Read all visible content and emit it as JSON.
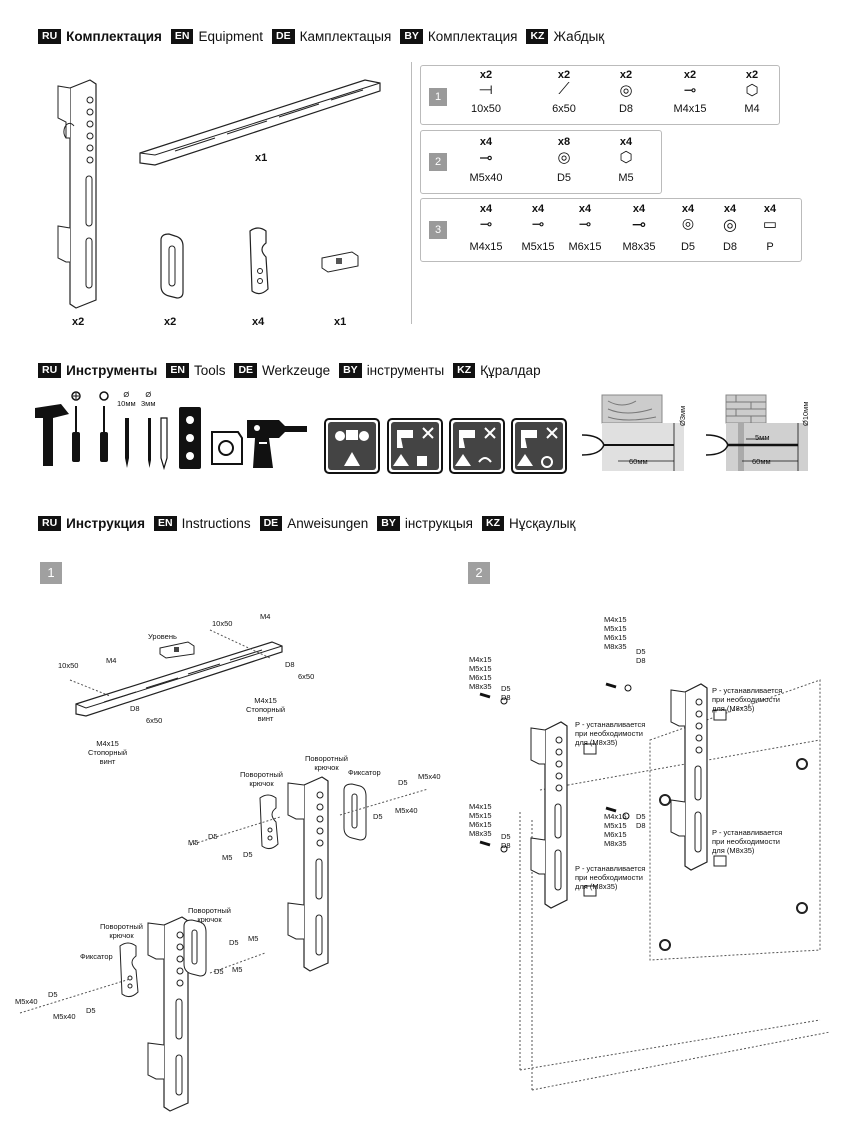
{
  "sections": {
    "equipment": {
      "ru": "RU",
      "ru_label": "Комплектация",
      "en": "EN",
      "en_label": "Equipment",
      "de": "DE",
      "de_label": "Камплектацыя",
      "by": "BY",
      "by_label": "Комплектация",
      "kz": "KZ",
      "kz_label": "Жабдық"
    },
    "tools": {
      "ru": "RU",
      "ru_label": "Инструменты",
      "en": "EN",
      "en_label": "Tools",
      "de": "DE",
      "de_label": "Werkzeuge",
      "by": "BY",
      "by_label": "інструменты",
      "kz": "KZ",
      "kz_label": "Құралдар"
    },
    "instructions": {
      "ru": "RU",
      "ru_label": "Инструкция",
      "en": "EN",
      "en_label": "Instructions",
      "de": "DE",
      "de_label": "Anweisungen",
      "by": "BY",
      "by_label": "інструкцыя",
      "kz": "KZ",
      "kz_label": "Нұсқаулық"
    }
  },
  "parts": {
    "rail_qty": "x1",
    "vertical_qty": "x2",
    "fixer_qty": "x2",
    "hook_qty": "x4",
    "level_qty": "x1"
  },
  "bags": {
    "bag1": {
      "number": "1",
      "items": [
        {
          "qty": "x2",
          "name": "10x50"
        },
        {
          "qty": "x2",
          "name": "6x50"
        },
        {
          "qty": "x2",
          "name": "D8"
        },
        {
          "qty": "x2",
          "name": "M4x15"
        },
        {
          "qty": "x2",
          "name": "M4"
        }
      ]
    },
    "bag2": {
      "number": "2",
      "items": [
        {
          "qty": "x4",
          "name": "M5x40"
        },
        {
          "qty": "x8",
          "name": "D5"
        },
        {
          "qty": "x4",
          "name": "M5"
        }
      ]
    },
    "bag3": {
      "number": "3",
      "items": [
        {
          "qty": "x4",
          "name": "M4x15"
        },
        {
          "qty": "x4",
          "name": "M5x15"
        },
        {
          "qty": "x4",
          "name": "M6x15"
        },
        {
          "qty": "x4",
          "name": "M8x35"
        },
        {
          "qty": "x4",
          "name": "D5"
        },
        {
          "qty": "x4",
          "name": "D8"
        },
        {
          "qty": "x4",
          "name": "P"
        }
      ]
    }
  },
  "tools": {
    "drill_10": "Ø\n10мм",
    "drill_3": "Ø\n3мм",
    "depth_60_a": "60мм",
    "dia_3": "Ø3мм",
    "depth_60_b": "60мм",
    "depth_5": "5мм",
    "dia_10": "Ø10мм"
  },
  "step1": {
    "number": "1",
    "level": "Уровень",
    "a_10x50": "10x50",
    "a_m4": "M4",
    "b_10x50": "10x50",
    "b_m4": "M4",
    "a_d8": "D8",
    "a_6x50": "6x50",
    "b_d8": "D8",
    "b_6x50": "6x50",
    "a_screw": "M4x15\nСтопорный\nвинт",
    "b_screw": "M4x15\nСтопорный\nвинт",
    "r_hook": "Поворотный\nкрючок",
    "r_hook2": "Поворотный\nкрючок",
    "r_fix": "Фиксатор",
    "r_m5": "M5",
    "r_d5a": "D5",
    "r_m5b": "M5",
    "r_d5b": "D5",
    "r_d5c": "D5",
    "r_m5x40": "M5x40",
    "r_d5d": "D5",
    "r_m5x40b": "M5x40",
    "l_hook": "Поворотный\nкрючок",
    "l_hook2": "Поворотный\nкрючок",
    "l_fix": "Фиксатор",
    "l_d5a": "D5",
    "l_m5a": "M5",
    "l_d5b": "D5",
    "l_m5b": "M5",
    "l_m5x40": "M5x40",
    "l_d5c": "D5",
    "l_m5x40b": "M5x40",
    "l_d5d": "D5"
  },
  "step2": {
    "number": "2",
    "screws_a": "M4x15\nM5x15\nM6x15\nM8x35",
    "d_a": "D5\nD8",
    "screws_b": "M4x15\nM5x15\nM6x15\nM8x35",
    "d_b": "D5\nD8",
    "screws_c": "M4x15\nM5x15\nM6x15\nM8x35",
    "d_c": "D5\nD8",
    "screws_d": "M4x15\nM5x15\nM6x15\nM8x35",
    "d_d": "D5\nD8",
    "p1": "P - устанавливается\nпри необходимости\nдля (M8x35)",
    "p2": "P - устанавливается\nпри необходимости\nдля (M8x35)",
    "p3": "P - устанавливается\nпри необходимости\nдля (M8x35)",
    "p4": "P - устанавливается\nпри необходимости\nдля (M8x35)"
  }
}
